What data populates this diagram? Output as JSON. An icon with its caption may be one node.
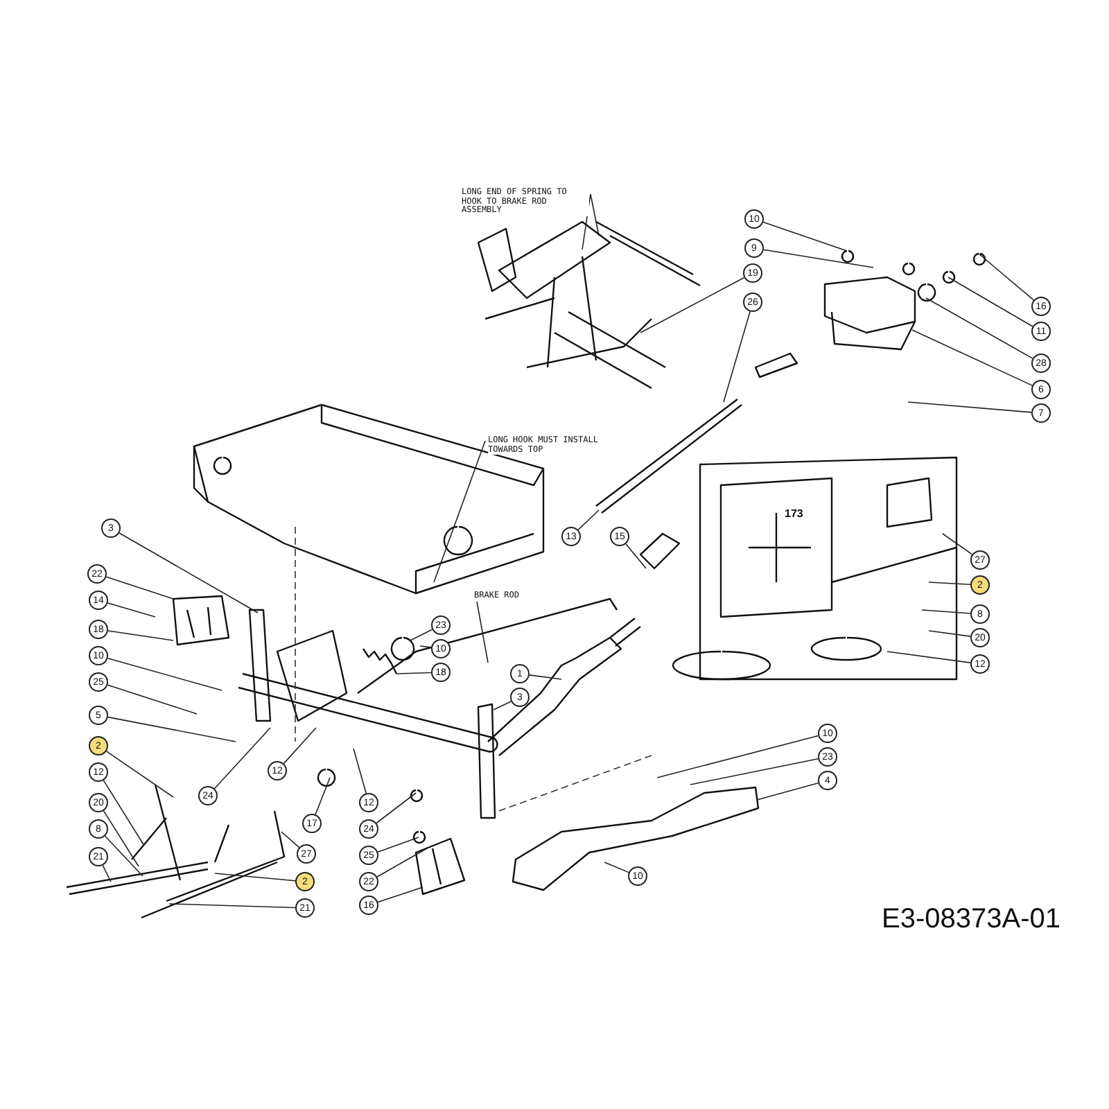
{
  "diagram": {
    "nodes": [
      {
        "text": [
          "LONG END OF SPRING TO HOOK TO BRAKE ROD ASSEMBLY"
        ]
      },
      {
        "text": [
          "10"
        ]
      },
      {
        "text": [
          "9"
        ]
      },
      {
        "text": [
          "19"
        ]
      },
      {
        "text": [
          "26"
        ]
      },
      {
        "text": [
          "16"
        ]
      },
      {
        "text": [
          "11"
        ]
      },
      {
        "text": [
          "28"
        ]
      },
      {
        "text": [
          "6"
        ]
      },
      {
        "text": [
          "7"
        ]
      },
      {
        "text": [
          "LONG HOOK MUST INSTALL TOWARDS TOP"
        ]
      },
      {
        "text": [
          "13"
        ]
      },
      {
        "text": [
          "15"
        ]
      },
      {
        "text": [
          "3"
        ]
      },
      {
        "text": [
          "27"
        ]
      },
      {
        "text": [
          "22"
        ]
      },
      {
        "text": [
          "2"
        ]
      },
      {
        "text": [
          "BRAKE ROD"
        ]
      },
      {
        "text": [
          "14"
        ]
      },
      {
        "text": [
          "8"
        ]
      },
      {
        "text": [
          "23"
        ]
      },
      {
        "text": [
          "18"
        ]
      },
      {
        "text": [
          "20"
        ]
      },
      {
        "text": [
          "10"
        ]
      },
      {
        "text": [
          "10"
        ]
      },
      {
        "text": [
          "12"
        ]
      },
      {
        "text": [
          "18"
        ]
      },
      {
        "text": [
          "1"
        ]
      },
      {
        "text": [
          "25"
        ]
      },
      {
        "text": [
          "3"
        ]
      },
      {
        "text": [
          "5"
        ]
      },
      {
        "text": [
          "10"
        ]
      },
      {
        "text": [
          "2"
        ]
      },
      {
        "text": [
          "23"
        ]
      },
      {
        "text": [
          "12"
        ]
      },
      {
        "text": [
          "4"
        ]
      },
      {
        "text": [
          "12"
        ]
      },
      {
        "text": [
          "24"
        ]
      },
      {
        "text": [
          "12"
        ]
      },
      {
        "text": [
          "20"
        ]
      },
      {
        "text": [
          "17"
        ]
      },
      {
        "text": [
          "24"
        ]
      },
      {
        "text": [
          "8"
        ]
      },
      {
        "text": [
          "27"
        ]
      },
      {
        "text": [
          "25"
        ]
      },
      {
        "text": [
          "21"
        ]
      },
      {
        "text": [
          "10"
        ]
      },
      {
        "text": [
          "2"
        ]
      },
      {
        "text": [
          "22"
        ]
      },
      {
        "text": [
          "21"
        ]
      },
      {
        "text": [
          "16"
        ]
      }
    ],
    "edges": [
      {
        "from": 0,
        "to": null,
        "arrow": "none"
      },
      {
        "from": 0,
        "to": null,
        "arrow": "none"
      },
      {
        "from": 1,
        "to": null,
        "arrow": "none"
      },
      {
        "from": 2,
        "to": null,
        "arrow": "none"
      },
      {
        "from": 3,
        "to": null,
        "arrow": "none"
      },
      {
        "from": 4,
        "to": null,
        "arrow": "none"
      },
      {
        "from": 5,
        "to": null,
        "arrow": "none"
      },
      {
        "from": 6,
        "to": null,
        "arrow": "none"
      },
      {
        "from": 7,
        "to": null,
        "arrow": "none"
      },
      {
        "from": 8,
        "to": null,
        "arrow": "none"
      },
      {
        "from": 9,
        "to": null,
        "arrow": "none"
      },
      {
        "from": 10,
        "to": null,
        "arrow": "none"
      },
      {
        "from": 11,
        "to": null,
        "arrow": "none"
      },
      {
        "from": 12,
        "to": null,
        "arrow": "none"
      },
      {
        "from": 13,
        "to": null,
        "arrow": "none"
      },
      {
        "from": 14,
        "to": null,
        "arrow": "none"
      },
      {
        "from": 15,
        "to": null,
        "arrow": "none"
      },
      {
        "from": 16,
        "to": null,
        "arrow": "none"
      },
      {
        "from": 17,
        "to": null,
        "arrow": "none"
      },
      {
        "from": 18,
        "to": null,
        "arrow": "none"
      },
      {
        "from": 19,
        "to": null,
        "arrow": "none"
      },
      {
        "from": 20,
        "to": null,
        "arrow": "none"
      },
      {
        "from": 21,
        "to": null,
        "arrow": "none"
      },
      {
        "from": 22,
        "to": null,
        "arrow": "none"
      },
      {
        "from": 23,
        "to": null,
        "arrow": "none"
      },
      {
        "from": 24,
        "to": null,
        "arrow": "none"
      },
      {
        "from": 25,
        "to": null,
        "arrow": "none"
      },
      {
        "from": 26,
        "to": null,
        "arrow": "none"
      },
      {
        "from": 27,
        "to": null,
        "arrow": "none"
      },
      {
        "from": 28,
        "to": null,
        "arrow": "none"
      },
      {
        "from": 29,
        "to": null,
        "arrow": "none"
      },
      {
        "from": 30,
        "to": null,
        "arrow": "none"
      },
      {
        "from": 31,
        "to": null,
        "arrow": "none"
      },
      {
        "from": 32,
        "to": null,
        "arrow": "none"
      },
      {
        "from": 33,
        "to": null,
        "arrow": "none"
      },
      {
        "from": 34,
        "to": null,
        "arrow": "none"
      },
      {
        "from": 35,
        "to": null,
        "arrow": "none"
      },
      {
        "from": 36,
        "to": null,
        "arrow": "none"
      },
      {
        "from": 37,
        "to": null,
        "arrow": "none"
      },
      {
        "from": 38,
        "to": null,
        "arrow": "none"
      },
      {
        "from": 39,
        "to": null,
        "arrow": "none"
      },
      {
        "from": 40,
        "to": null,
        "arrow": "none"
      },
      {
        "from": 41,
        "to": null,
        "arrow": "none"
      },
      {
        "from": 42,
        "to": null,
        "arrow": "none"
      },
      {
        "from": 43,
        "to": null,
        "arrow": "none"
      },
      {
        "from": 44,
        "to": null,
        "arrow": "none"
      },
      {
        "from": 45,
        "to": null,
        "arrow": "none"
      },
      {
        "from": 46,
        "to": null,
        "arrow": "none"
      },
      {
        "from": 47,
        "to": null,
        "arrow": "none"
      },
      {
        "from": 48,
        "to": null,
        "arrow": "none"
      },
      {
        "from": 49,
        "to": null,
        "arrow": "none"
      },
      {
        "from": 50,
        "to": null,
        "arrow": "none"
      }
    ],
    "labels": [
      "173",
      "E3-08373A-01"
    ]
  }
}
